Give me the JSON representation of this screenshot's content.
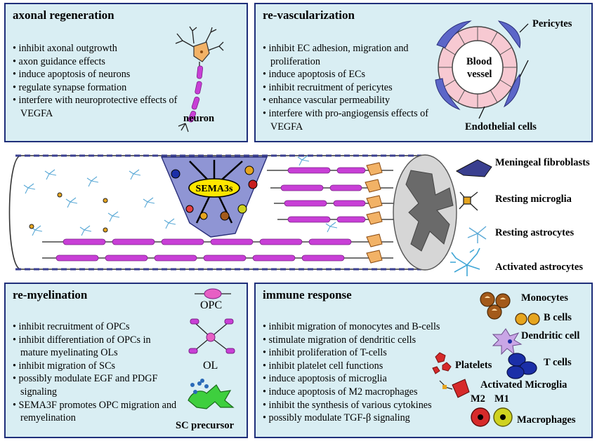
{
  "panels": {
    "axonal": {
      "title": "axonal regeneration",
      "items": [
        "inhibit axonal outgrowth",
        "axon guidance effects",
        "induce apoptosis of neurons",
        "regulate synapse formation",
        "interfere with neuroprotective effects of  VEGFA"
      ],
      "neuron_label": "neuron"
    },
    "revasc": {
      "title": "re-vascularization",
      "items": [
        "inhibit EC adhesion, migration and proliferation",
        "induce apoptosis of ECs",
        "inhibit recruitment of pericytes",
        "enhance vascular permeability",
        "interfere with pro-angiogensis effects of  VEGFA"
      ],
      "pericytes_label": "Pericytes",
      "vessel_label_1": "Blood",
      "vessel_label_2": "vessel",
      "endothelial_label": "Endothelial cells"
    },
    "remyel": {
      "title": "re-myelination",
      "items": [
        "inhibit recruitment of OPCs",
        "inhibit differentiation of OPCs in mature myelinating OLs",
        "inhibit migration of SCs",
        "possibly modulate EGF and PDGF signaling",
        "SEMA3F promotes OPC migration and remyelination"
      ],
      "opc_label": "OPC",
      "ol_label": "OL",
      "sc_label": "SC precursor"
    },
    "immune": {
      "title": "immune response",
      "items": [
        "inhibit migration of monocytes and B-cells",
        "stimulate migration of dendritic cells",
        "inhibit proliferation of T-cells",
        "inhibit platelet cell functions",
        "induce apoptosis of microglia",
        "induce apoptosis of M2 macrophages",
        "inhibit the synthesis of various cytokines",
        "possibly modulate TGF-β signaling"
      ],
      "monocytes": "Monocytes",
      "bcells": "B cells",
      "dendritic": "Dendritic cell",
      "platelets": "Platelets",
      "tcells": "T cells",
      "act_microglia": "Activated Microglia",
      "m2": "M2",
      "m1": "M1",
      "macrophages": "Macrophages"
    }
  },
  "center": {
    "sema_label": "SEMA3s",
    "legend": {
      "meningeal": "Meningeal fibroblasts",
      "resting_microglia": "Resting  microglia",
      "resting_astro": "Resting astrocytes",
      "activated_astro": "Activated astrocytes"
    }
  },
  "colors": {
    "panel_bg": "#d9eef3",
    "border": "#1f2f7a",
    "axon": "#c83fd6",
    "neuron_body": "#f2b266",
    "astrocyte": "#5aa9d6",
    "fibroblast": "#3a3f8f",
    "sema_box": "#ffe600"
  }
}
